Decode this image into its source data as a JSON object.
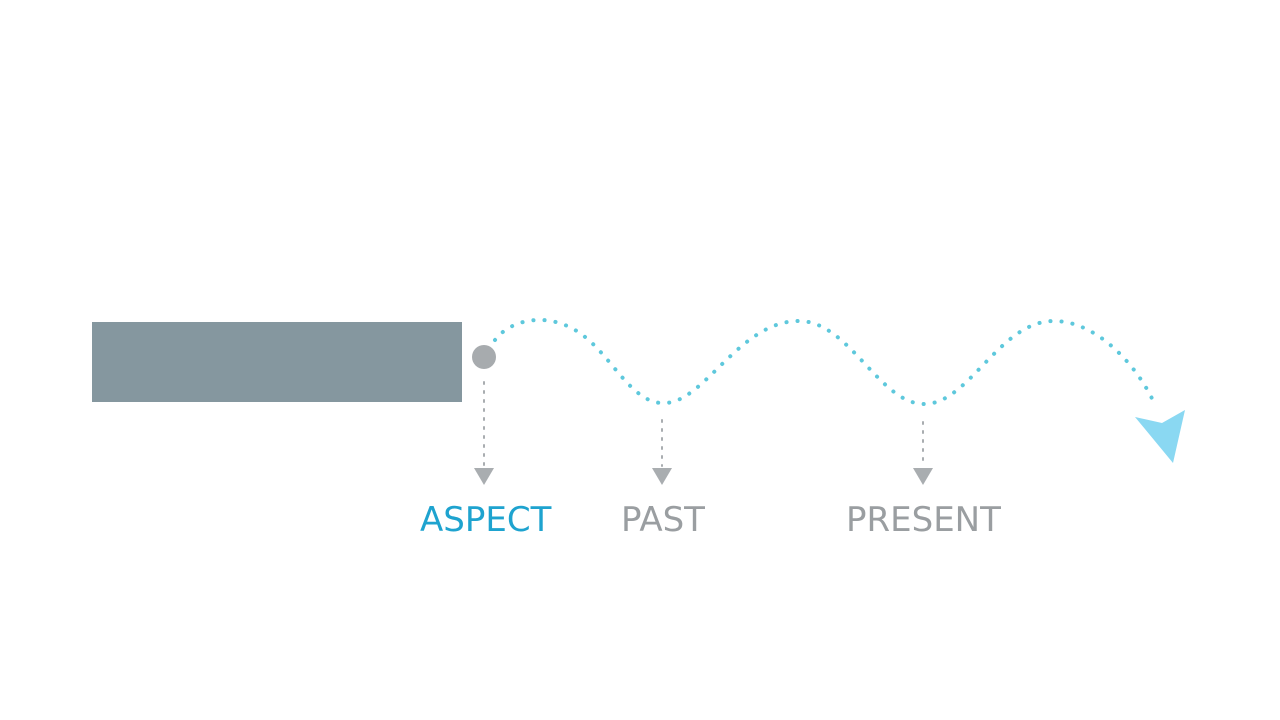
{
  "diagram": {
    "colors": {
      "bar": "#85979f",
      "dot": "#a7abae",
      "wave": "#5ec8dc",
      "arrowhead": "#8ad8f2",
      "connector": "#a9adb0",
      "label_active": "#1ea3cf",
      "label_inactive": "#9a9ea1"
    },
    "labels": [
      {
        "text": "ASPECT",
        "state": "active"
      },
      {
        "text": "PAST",
        "state": "inactive"
      },
      {
        "text": "PRESENT",
        "state": "inactive"
      }
    ]
  }
}
